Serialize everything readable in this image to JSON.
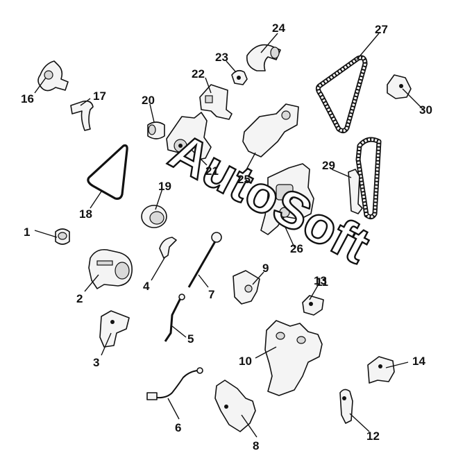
{
  "watermark": "AutoSoft",
  "callouts": [
    "1",
    "2",
    "3",
    "4",
    "5",
    "6",
    "7",
    "8",
    "9",
    "10",
    "11",
    "12",
    "13",
    "14",
    "16",
    "17",
    "18",
    "19",
    "20",
    "21",
    "22",
    "23",
    "24",
    "25",
    "26",
    "27",
    "29",
    "30"
  ],
  "colors": {
    "ink": "#111111",
    "paper": "#ffffff",
    "fill": "#f4f4f4"
  }
}
